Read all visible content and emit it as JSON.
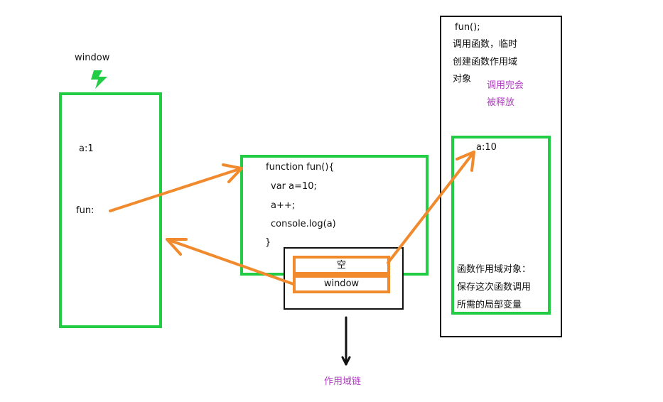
{
  "window_label": "window",
  "window_box": {
    "var_a": "a:1",
    "var_fun": "fun:"
  },
  "function_box": {
    "lines": [
      "function fun(){",
      "var a=10;",
      "a++;",
      "console.log(a)",
      "}"
    ]
  },
  "scope_chain": {
    "slot_empty": "空",
    "slot_window": "window",
    "label": "作用域链"
  },
  "call_panel": {
    "call_expr": "fun();",
    "desc_line1": "调用函数，临时",
    "desc_line2": "创建函数作用域",
    "desc_line3": "对象",
    "release_line1": "调用完会",
    "release_line2": "被释放",
    "local_var": "a:10",
    "scope_desc_line1": "函数作用域对象：",
    "scope_desc_line2": "保存这次函数调用",
    "scope_desc_line3": "所需的局部变量"
  },
  "colors": {
    "green": "#22cc44",
    "orange": "#f08a2c",
    "purple": "#b040c0",
    "black": "#111111"
  },
  "icons": {
    "window_icon": "lightning-icon"
  }
}
